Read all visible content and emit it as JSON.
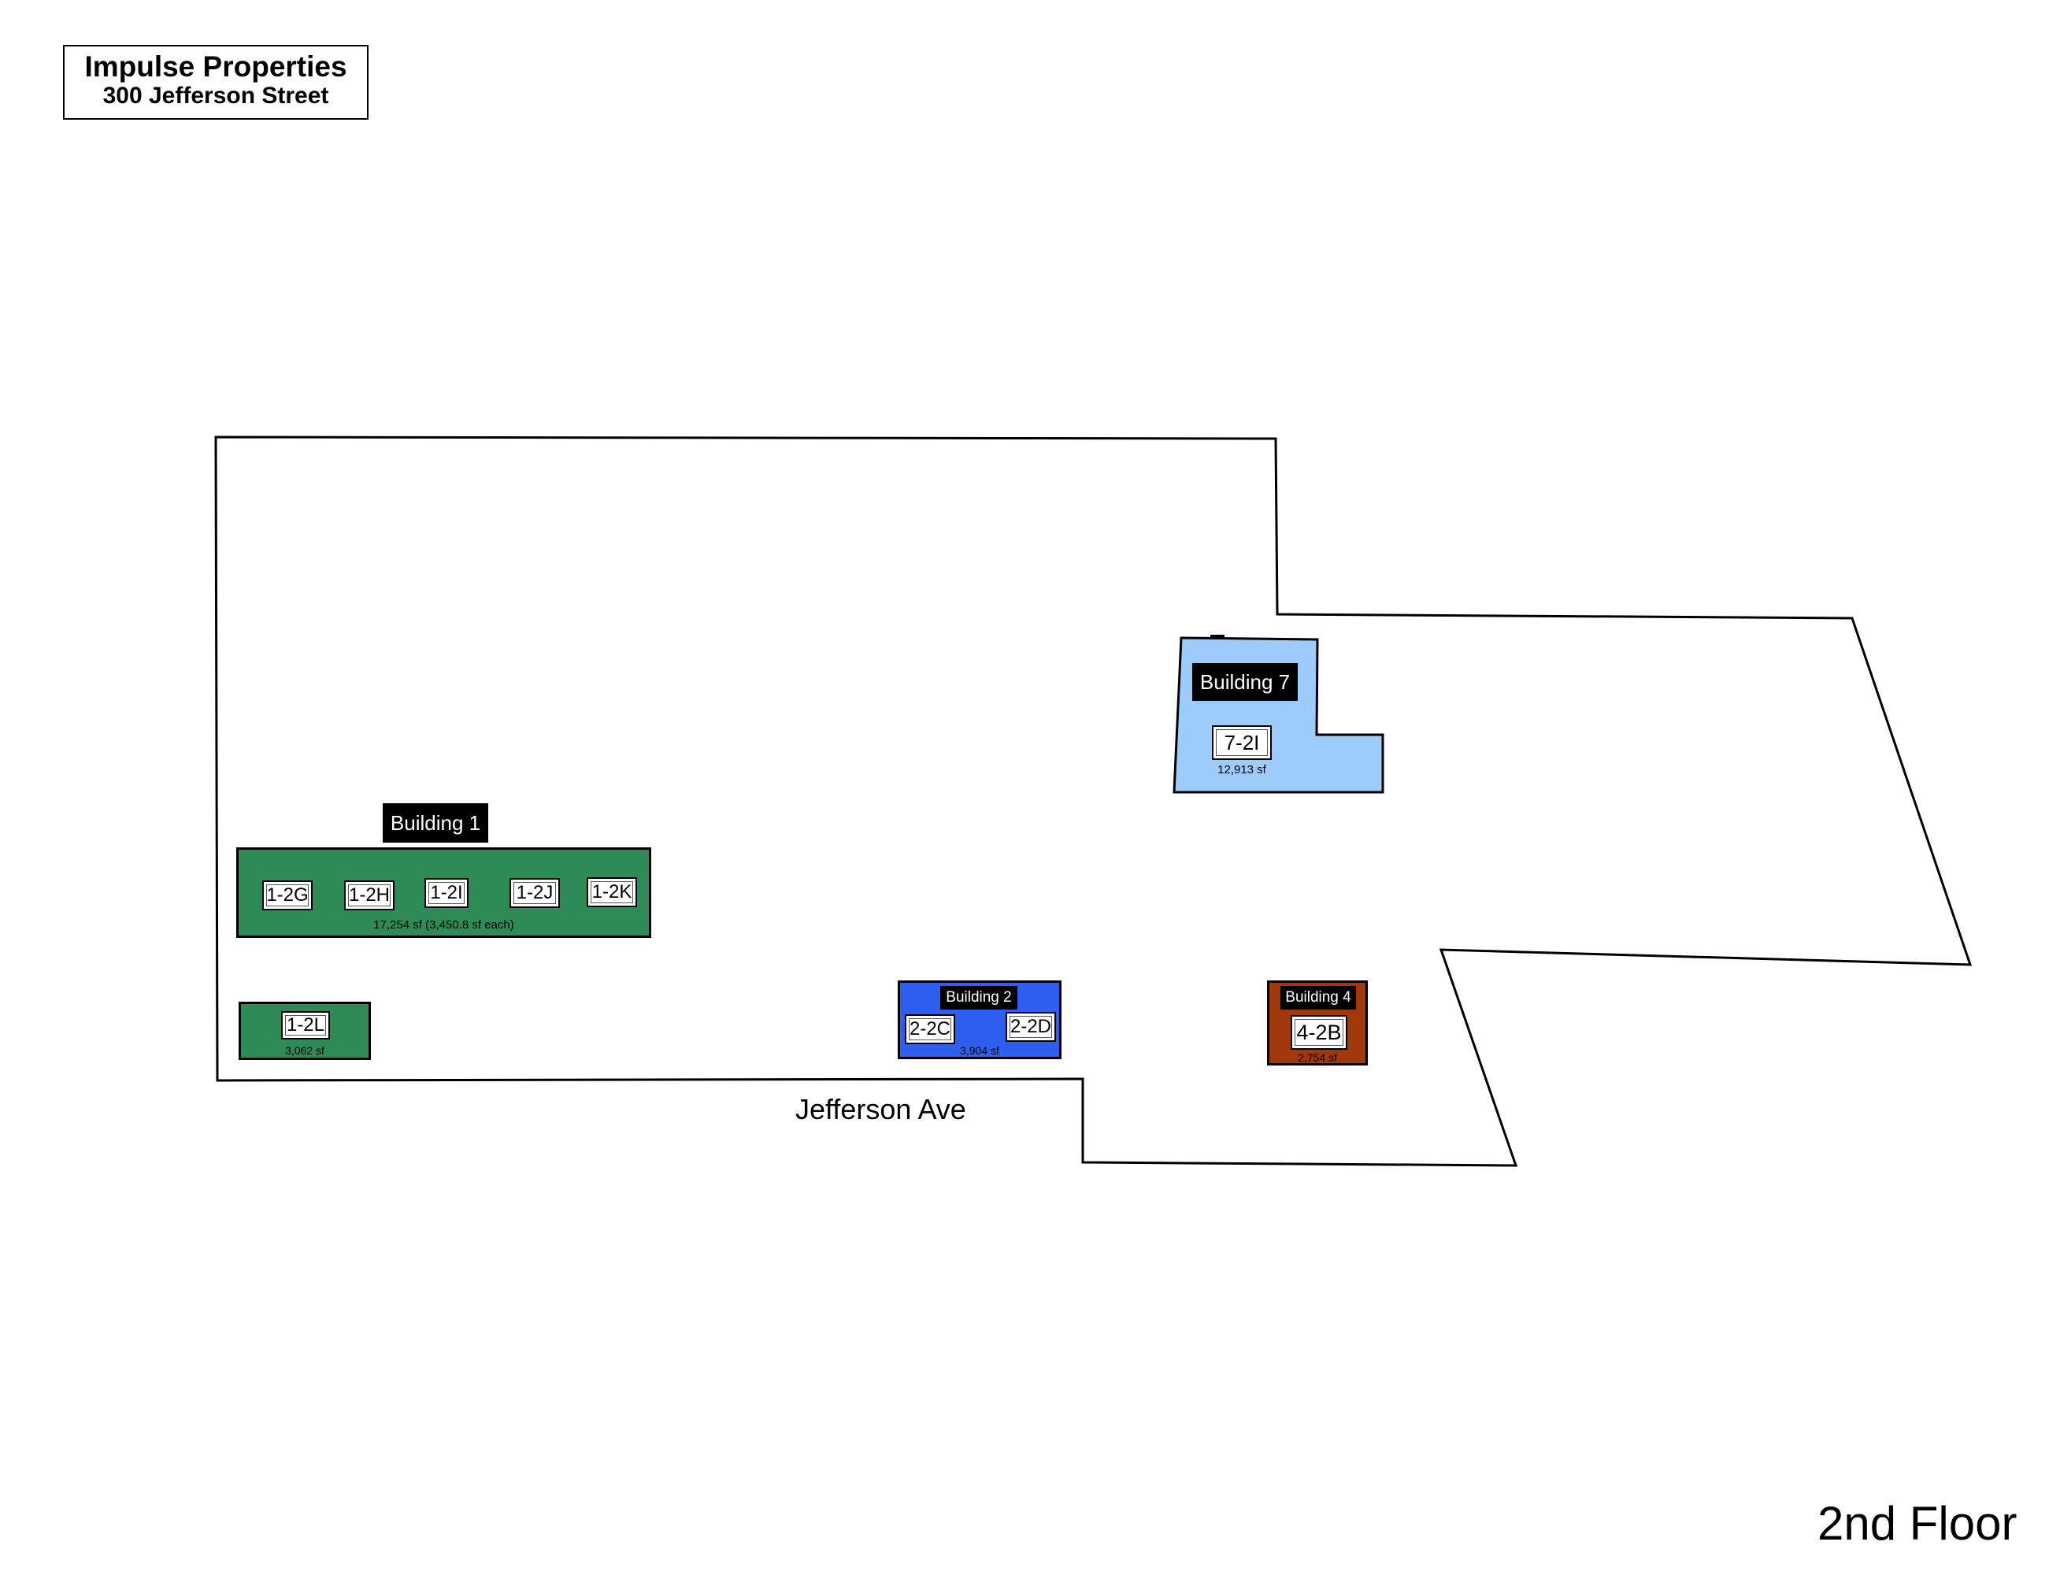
{
  "header": {
    "company": "Impulse Properties",
    "address": "300 Jefferson Street"
  },
  "street_label": "Jefferson Ave",
  "floor_label": "2nd Floor",
  "colors": {
    "building_1": "#2e8b57",
    "building_2": "#2f5ff0",
    "building_4": "#a0380a",
    "building_7": "#9dcbfa",
    "outline": "#000000"
  },
  "buildings": {
    "building_1": {
      "label": "Building 1",
      "units": [
        "1-2G",
        "1-2H",
        "1-2I",
        "1-2J",
        "1-2K"
      ],
      "area": "17,254 sf (3,450.8 sf each)"
    },
    "building_1_annex": {
      "unit": "1-2L",
      "area": "3,062 sf"
    },
    "building_2": {
      "label": "Building 2",
      "units": [
        "2-2C",
        "2-2D"
      ],
      "area": "3,904 sf"
    },
    "building_4": {
      "label": "Building 4",
      "unit": "4-2B",
      "area": "2,754 sf"
    },
    "building_7": {
      "label": "Building 7",
      "unit": "7-2I",
      "area": "12,913 sf"
    }
  }
}
